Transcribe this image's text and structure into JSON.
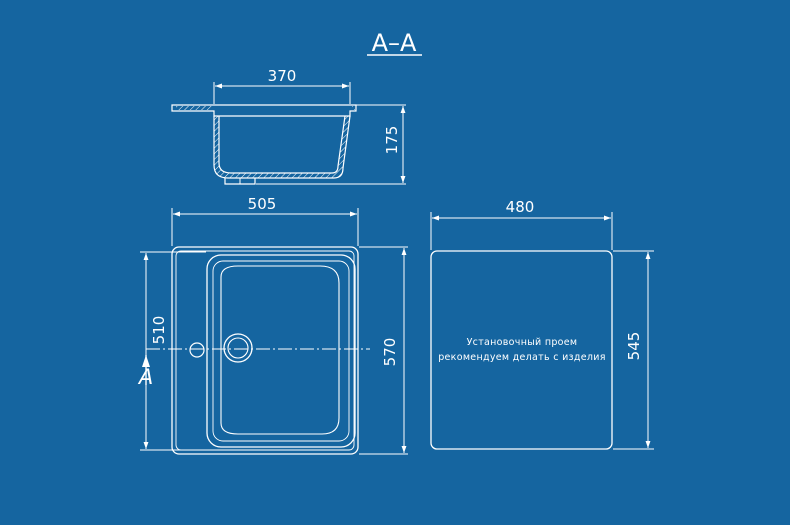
{
  "section_label": "A–A",
  "cut_marker": "A",
  "dimensions": {
    "bowl_width": "370",
    "bowl_depth": "175",
    "overall_width": "505",
    "bowl_length": "510",
    "overall_length": "570",
    "cutout_width": "480",
    "cutout_length": "545"
  },
  "cutout_note": {
    "line1": "Установочный проем",
    "line2": "рекомендуем делать с изделия"
  },
  "colors": {
    "background": "#1565a0",
    "line": "#ffffff"
  }
}
